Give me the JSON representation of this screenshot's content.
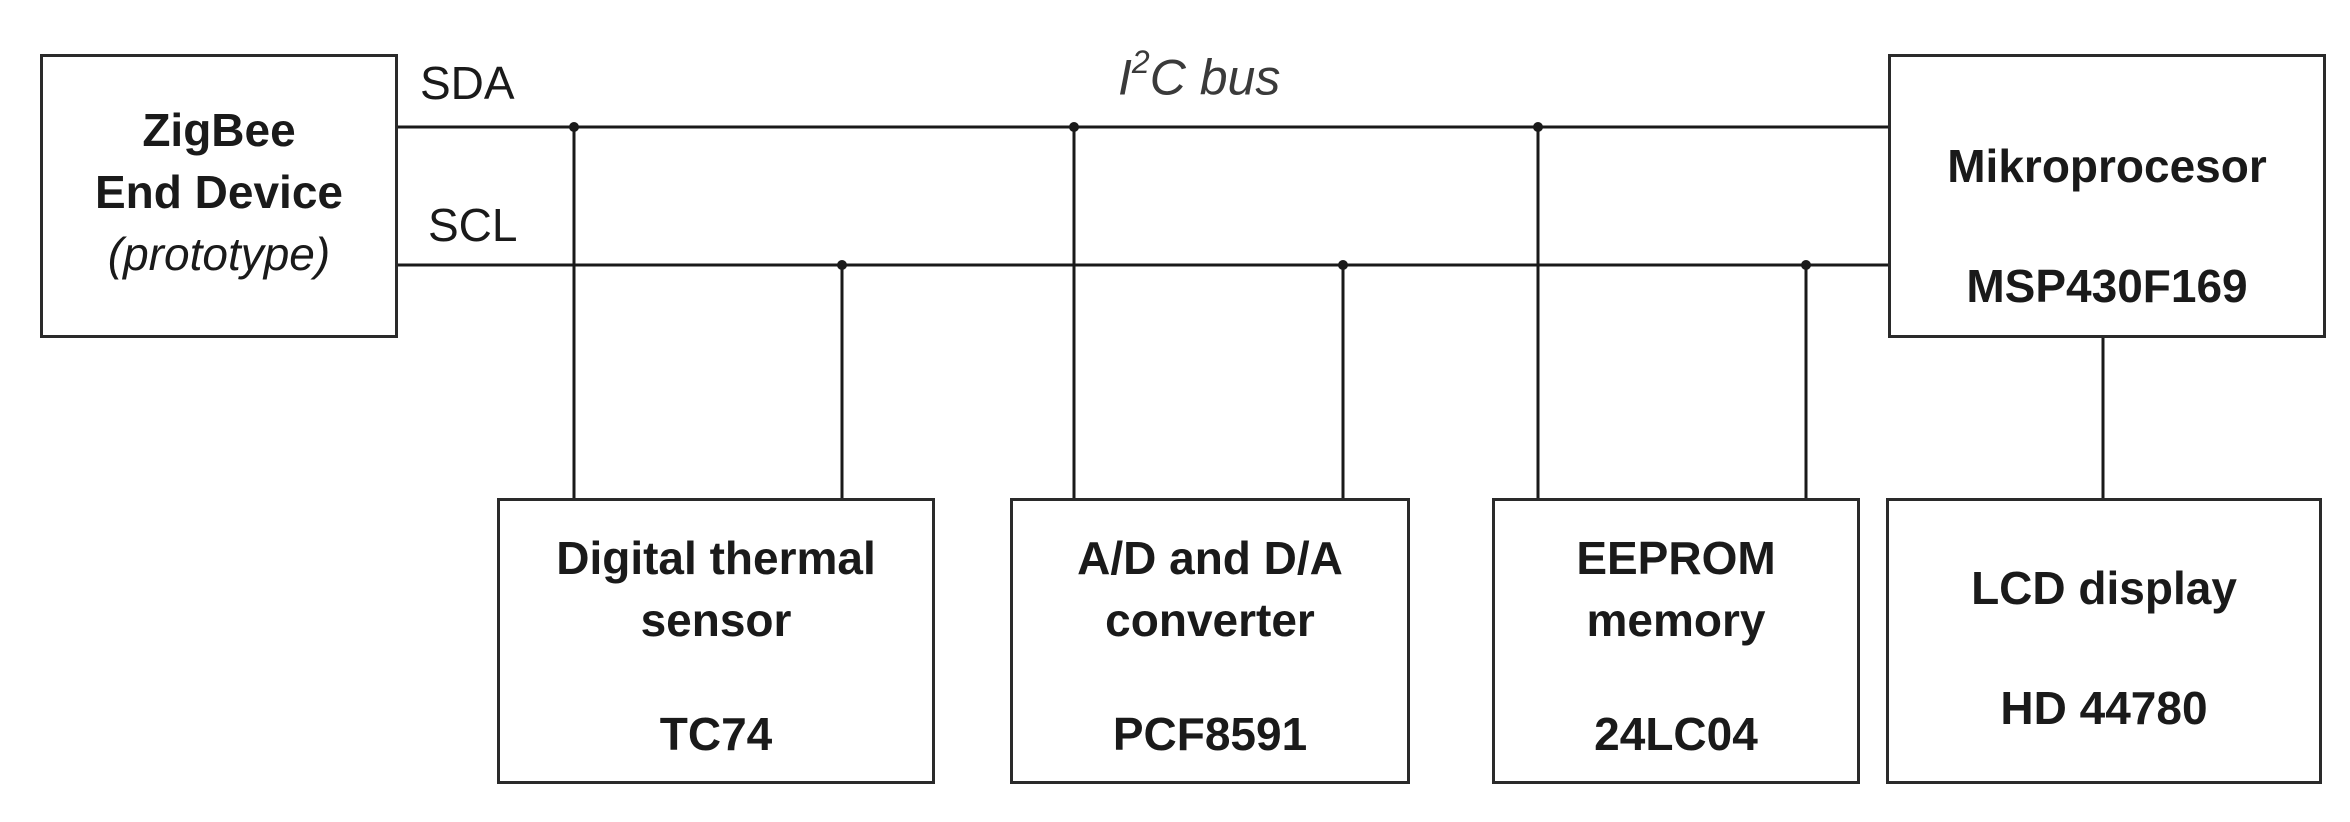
{
  "bus": {
    "label_base": "I",
    "label_sup": "2",
    "label_rest": "C bus"
  },
  "signals": {
    "sda": "SDA",
    "scl": "SCL"
  },
  "zigbee": {
    "line1": "ZigBee",
    "line2": "End Device",
    "line3": "(prototype)"
  },
  "mcu": {
    "line1": "Mikroprocesor",
    "line2": "MSP430F169"
  },
  "thermal": {
    "line1": "Digital thermal",
    "line2": "sensor",
    "part": "TC74"
  },
  "adda": {
    "line1": "A/D and D/A",
    "line2": "converter",
    "part": "PCF8591"
  },
  "eeprom": {
    "line1": "EEPROM",
    "line2": "memory",
    "part": "24LC04"
  },
  "lcd": {
    "line1": "LCD display",
    "part": "HD 44780"
  }
}
